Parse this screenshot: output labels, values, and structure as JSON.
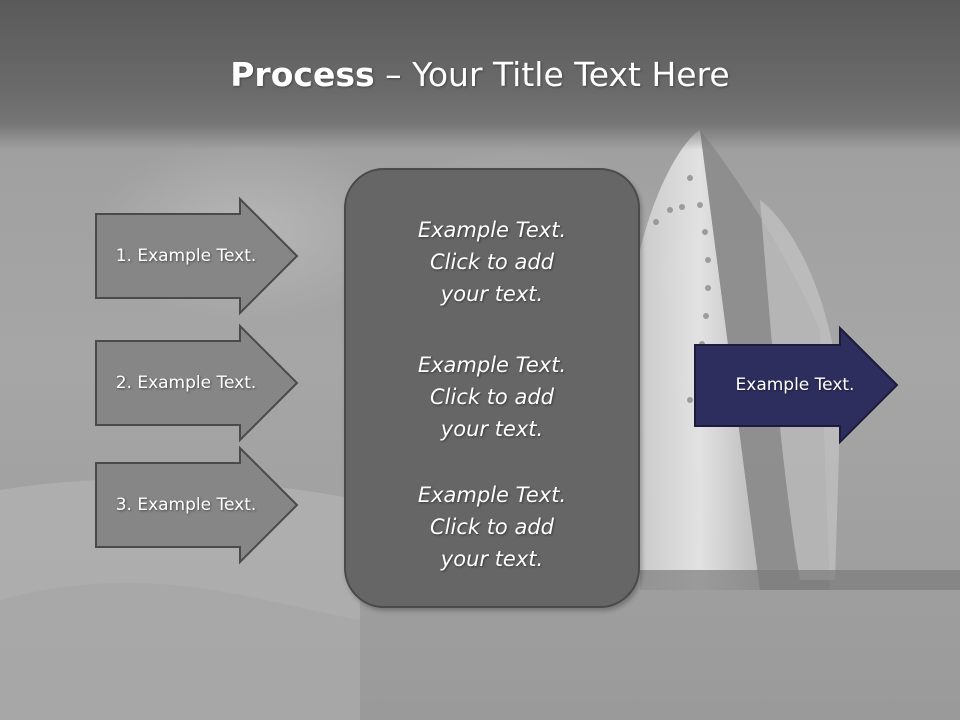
{
  "slide": {
    "title_bold": "Process",
    "title_rest": " – Your Title Text Here"
  },
  "left_arrows": [
    {
      "label": "1. Example Text."
    },
    {
      "label": "2. Example Text."
    },
    {
      "label": "3. Example Text."
    }
  ],
  "center_box": {
    "blocks": [
      {
        "line1": "Example Text.",
        "line2": "Click  to add",
        "line3": "your text."
      },
      {
        "line1": "Example Text.",
        "line2": "Click  to add",
        "line3": "your text."
      },
      {
        "line1": "Example Text.",
        "line2": "Click  to add",
        "line3": "your text."
      }
    ]
  },
  "right_arrow": {
    "label": "Example Text."
  },
  "colors": {
    "left_arrow_fill": "#868686",
    "right_arrow_fill": "#2e2e5e",
    "box_fill": "#666666"
  }
}
